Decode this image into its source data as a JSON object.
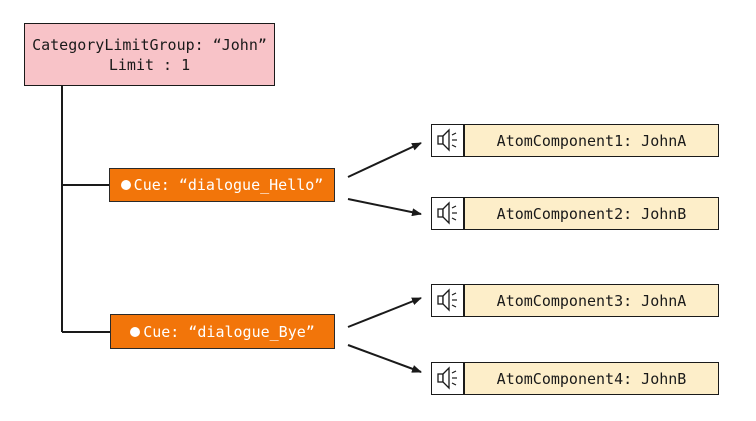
{
  "category_group": {
    "line1": "CategoryLimitGroup: “John”",
    "line2": "Limit : 1"
  },
  "cues": [
    {
      "label": "Cue: “dialogue_Hello”"
    },
    {
      "label": "Cue: “dialogue_Bye”"
    }
  ],
  "atom_components": [
    {
      "label": "AtomComponent1: JohnA",
      "icon": "speaker-icon"
    },
    {
      "label": "AtomComponent2: JohnB",
      "icon": "speaker-icon"
    },
    {
      "label": "AtomComponent3: JohnA",
      "icon": "speaker-icon"
    },
    {
      "label": "AtomComponent4: JohnB",
      "icon": "speaker-icon"
    }
  ],
  "colors": {
    "group_fill": "#f8c3c8",
    "cue_fill": "#f2750a",
    "atom_fill": "#fdeec9",
    "line": "#1a1a1a"
  }
}
